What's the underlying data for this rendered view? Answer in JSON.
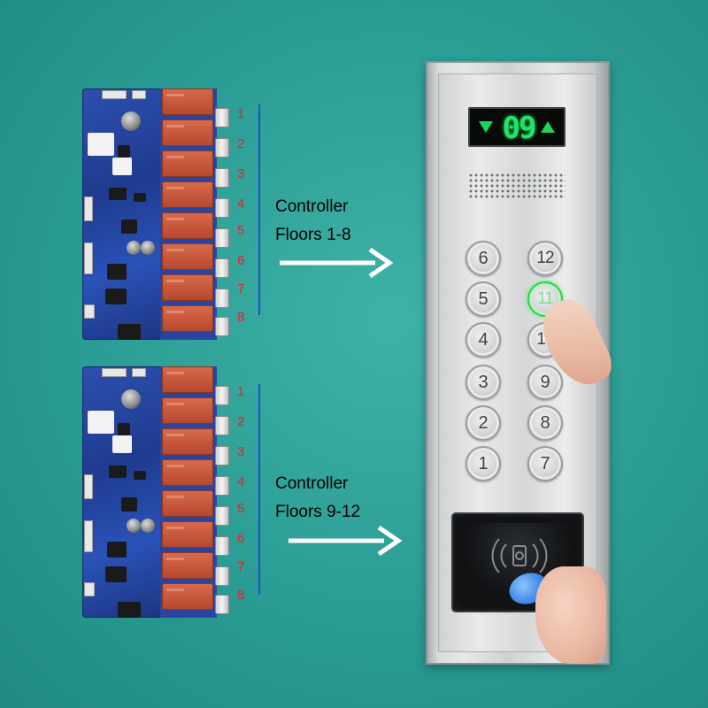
{
  "controllers": [
    {
      "caption_line1": "Controller",
      "caption_line2": "Floors 1-8",
      "relay_labels": [
        "1",
        "2",
        "3",
        "4",
        "5",
        "6",
        "7",
        "8"
      ]
    },
    {
      "caption_line1": "Controller",
      "caption_line2": "Floors 9-12",
      "relay_labels": [
        "1",
        "2",
        "3",
        "4",
        "5",
        "6",
        "7",
        "8"
      ]
    }
  ],
  "elevator_panel": {
    "floor_display": "09",
    "direction_indicators": [
      "down-arrow",
      "up-arrow"
    ],
    "buttons_left": [
      "6",
      "5",
      "4",
      "3",
      "2",
      "1"
    ],
    "buttons_right": [
      "12",
      "11",
      "10",
      "9",
      "8",
      "7"
    ],
    "pressed_button": "11",
    "card_reader_icon": "rfid-icon"
  },
  "colors": {
    "background": "#2a9c93",
    "floor_label": "#e0242a",
    "bracket_line": "#2b49d6",
    "display_digits": "#22e36a"
  }
}
